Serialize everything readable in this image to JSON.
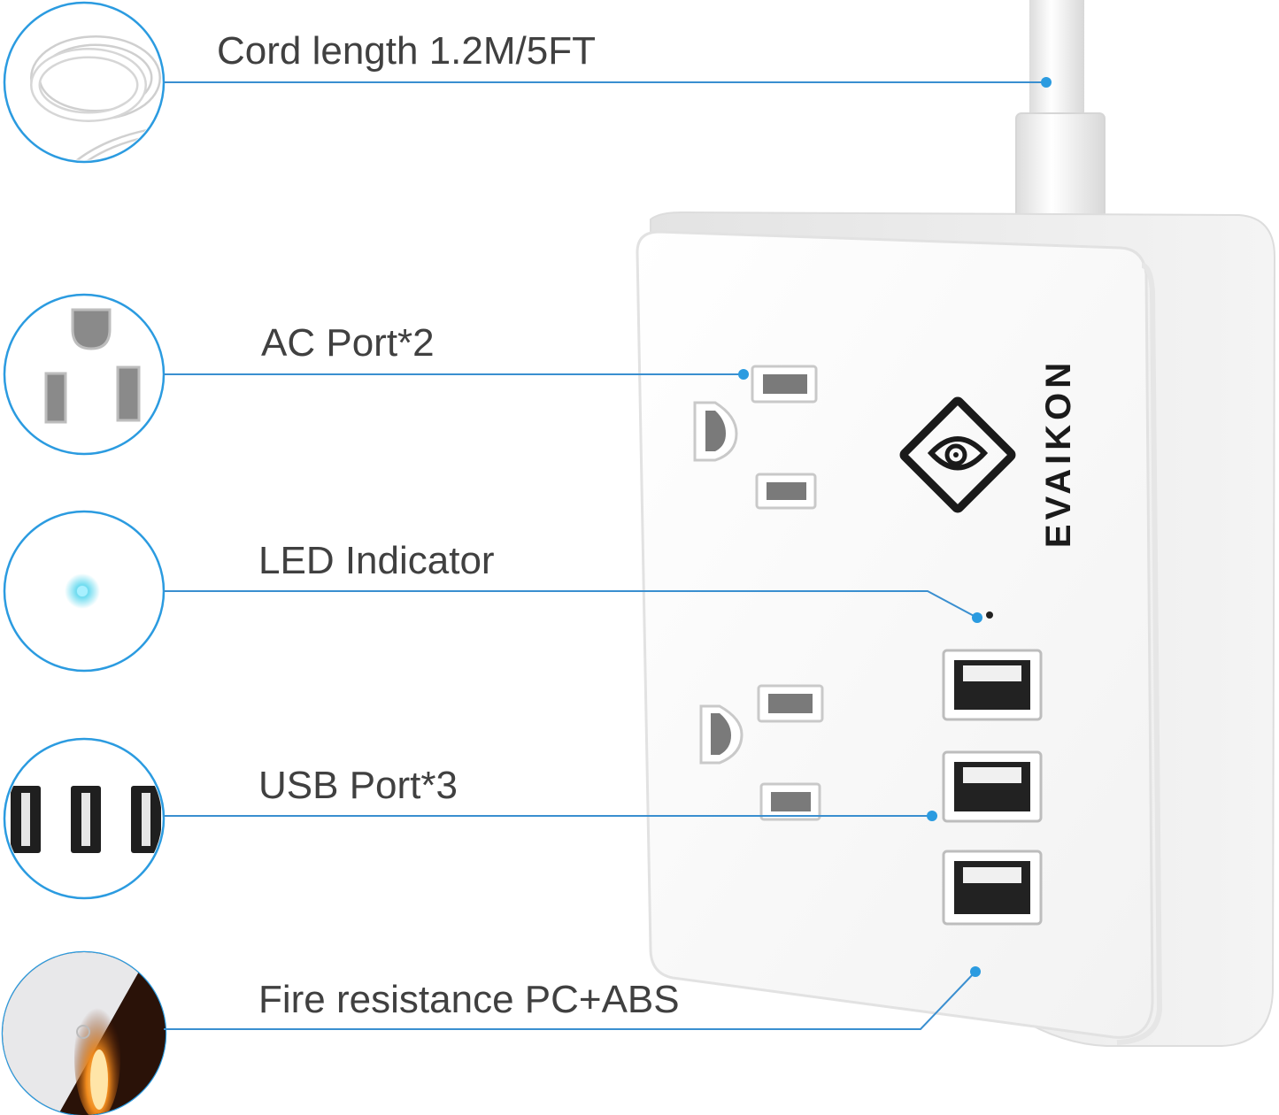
{
  "features": {
    "cord": "Cord length 1.2M/5FT",
    "ac": "AC Port*2",
    "led": "LED Indicator",
    "usb": "USB Port*3",
    "fire": "Fire resistance PC+ABS"
  },
  "brand": "EVAIKON",
  "colors": {
    "accent": "#1e90d8",
    "device": "#f7f7f7",
    "text": "#404040"
  }
}
